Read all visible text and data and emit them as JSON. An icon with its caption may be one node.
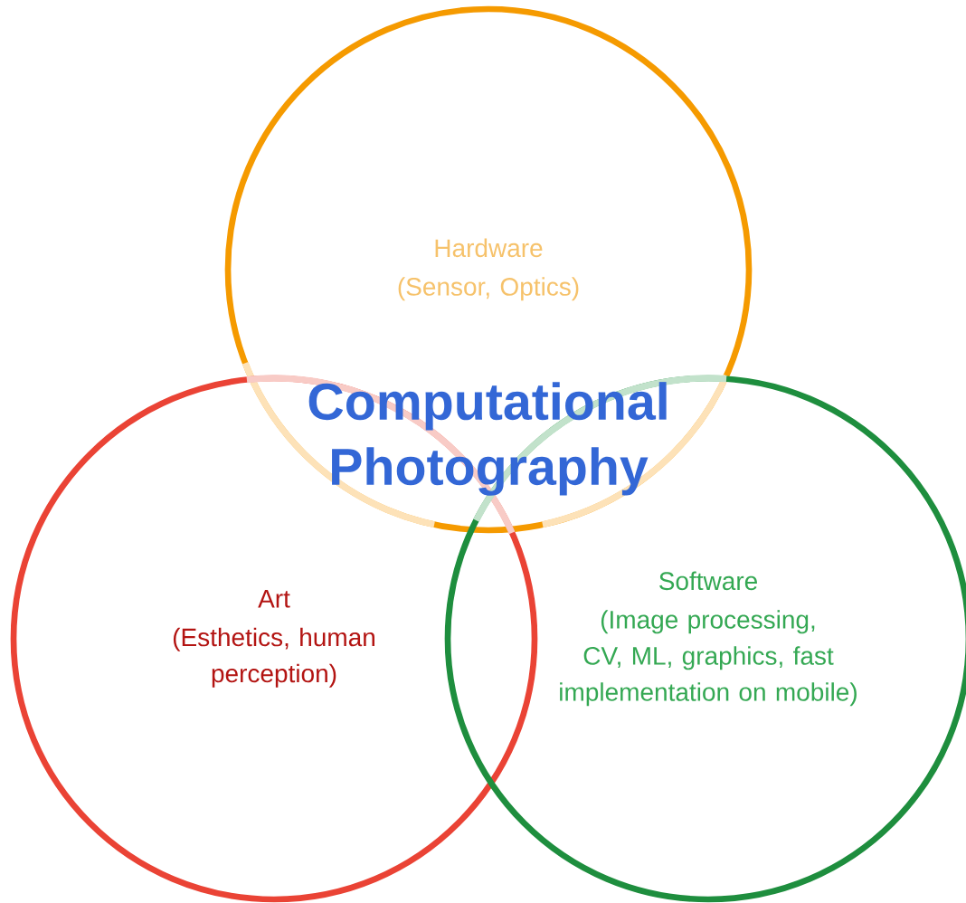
{
  "diagram": {
    "nodes": [
      {
        "text": [
          "Hardware",
          "(Sensor, Optics)"
        ]
      },
      {
        "text": [
          "Art",
          "(Esthetics, human perception)"
        ]
      },
      {
        "text": [
          "Software",
          "(Image processing, CV, ML, graphics, fast implementation on mobile)"
        ]
      }
    ],
    "labels": [
      "Computational Photography"
    ]
  }
}
